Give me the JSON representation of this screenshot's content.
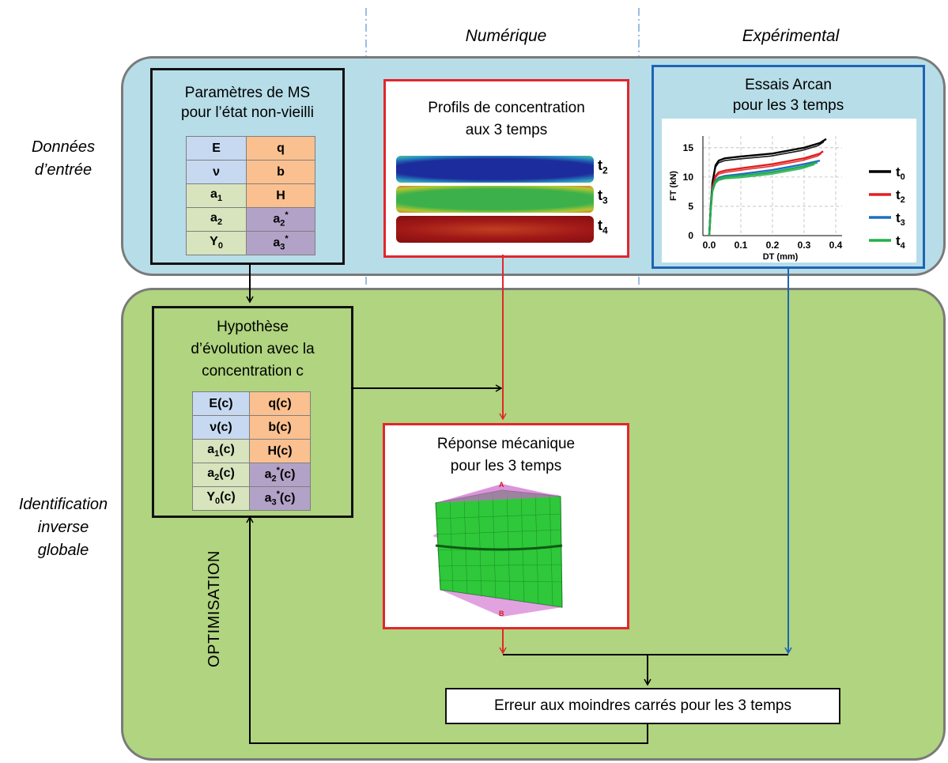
{
  "columns": {
    "numerique": "Numérique",
    "experimental": "Expérimental"
  },
  "rows": {
    "input_line1": "Données",
    "input_line2": "d’entrée",
    "ident_line1": "Identification",
    "ident_line2": "inverse",
    "ident_line3": "globale"
  },
  "params_box": {
    "title_line1": "Paramètres de MS",
    "title_line2": "pour l’état non-vieilli",
    "rows": [
      {
        "a": "E",
        "a_sub": "",
        "a_sup": "",
        "b": "q",
        "b_sub": "",
        "b_sup": ""
      },
      {
        "a": "ν",
        "a_sub": "",
        "a_sup": "",
        "b": "b",
        "b_sub": "",
        "b_sup": ""
      },
      {
        "a": "a",
        "a_sub": "1",
        "a_sup": "",
        "b": "H",
        "b_sub": "",
        "b_sup": ""
      },
      {
        "a": "a",
        "a_sub": "2",
        "a_sup": "",
        "b": "a",
        "b_sub": "2",
        "b_sup": "*"
      },
      {
        "a": "Y",
        "a_sub": "0",
        "a_sup": "",
        "b": "a",
        "b_sub": "3",
        "b_sup": "*"
      }
    ]
  },
  "profiles_box": {
    "title_line1": "Profils de concentration",
    "title_line2": "aux 3 temps",
    "labels": [
      {
        "base": "t",
        "sub": "2"
      },
      {
        "base": "t",
        "sub": "3"
      },
      {
        "base": "t",
        "sub": "4"
      }
    ]
  },
  "arcan_box": {
    "title_line1": "Essais Arcan",
    "title_line2": "pour les 3 temps"
  },
  "chart_data": {
    "type": "line",
    "xlabel": "DT (mm)",
    "ylabel": "FT (kN)",
    "xlim": [
      -0.02,
      0.42
    ],
    "ylim": [
      0,
      17
    ],
    "xticks": [
      "0.0",
      "0.1",
      "0.2",
      "0.3",
      "0.4"
    ],
    "yticks": [
      "0",
      "5",
      "10",
      "15"
    ],
    "grid": true,
    "legend_position": "right",
    "series": [
      {
        "name": "t0",
        "name_base": "t",
        "name_sub": "0",
        "color": "#000000",
        "x": [
          0.0,
          0.005,
          0.01,
          0.02,
          0.03,
          0.05,
          0.1,
          0.2,
          0.3,
          0.35,
          0.37
        ],
        "y": [
          0,
          5.0,
          9.0,
          12.0,
          12.8,
          13.2,
          13.5,
          14.0,
          15.0,
          15.8,
          16.5
        ]
      },
      {
        "name": "t2",
        "name_base": "t",
        "name_sub": "2",
        "color": "#e02020",
        "x": [
          0.0,
          0.005,
          0.01,
          0.02,
          0.03,
          0.05,
          0.1,
          0.2,
          0.3,
          0.35,
          0.36
        ],
        "y": [
          0,
          4.8,
          8.2,
          10.2,
          10.8,
          11.1,
          11.5,
          12.2,
          13.2,
          14.0,
          14.4
        ]
      },
      {
        "name": "t3",
        "name_base": "t",
        "name_sub": "3",
        "color": "#1f6fbf",
        "x": [
          0.0,
          0.005,
          0.01,
          0.02,
          0.03,
          0.05,
          0.1,
          0.2,
          0.3,
          0.35
        ],
        "y": [
          0,
          4.6,
          7.8,
          9.4,
          9.9,
          10.2,
          10.5,
          11.2,
          12.2,
          12.8
        ]
      },
      {
        "name": "t4",
        "name_base": "t",
        "name_sub": "4",
        "color": "#22b04a",
        "x": [
          0.0,
          0.005,
          0.01,
          0.02,
          0.03,
          0.05,
          0.1,
          0.2,
          0.3,
          0.34
        ],
        "y": [
          0,
          4.5,
          7.6,
          9.2,
          9.7,
          10.0,
          10.2,
          10.8,
          11.8,
          12.5
        ]
      }
    ]
  },
  "hypothesis_box": {
    "title_line1": "Hypothèse",
    "title_line2": "d’évolution avec la",
    "title_line3": "concentration c",
    "rows": [
      {
        "a": "E",
        "a_sub": "",
        "a_sup": "",
        "a_tail": "(c)",
        "b": "q",
        "b_sub": "",
        "b_sup": "",
        "b_tail": "(c)"
      },
      {
        "a": "ν",
        "a_sub": "",
        "a_sup": "",
        "a_tail": "(c)",
        "b": "b",
        "b_sub": "",
        "b_sup": "",
        "b_tail": "(c)"
      },
      {
        "a": "a",
        "a_sub": "1",
        "a_sup": "",
        "a_tail": "(c)",
        "b": "H",
        "b_sub": "",
        "b_sup": "",
        "b_tail": "(c)"
      },
      {
        "a": "a",
        "a_sub": "2",
        "a_sup": "",
        "a_tail": "(c)",
        "b": "a",
        "b_sub": "2",
        "b_sup": "*",
        "b_tail": "(c)"
      },
      {
        "a": "Y",
        "a_sub": "0",
        "a_sup": "",
        "a_tail": "(c)",
        "b": "a",
        "b_sub": "3",
        "b_sup": "*",
        "b_tail": "(c)"
      }
    ]
  },
  "response_box": {
    "title_line1": "Réponse mécanique",
    "title_line2": "pour les 3 temps",
    "label_top": "A",
    "label_bottom": "B"
  },
  "error_box": {
    "label": "Erreur aux moindres carrés pour les 3 temps"
  },
  "optimisation_label": "OPTIMISATION",
  "colors": {
    "input_panel": "#b7dde8",
    "ident_panel": "#b0d47f",
    "red": "#e3262d",
    "blue": "#1e64b4",
    "dashdot": "#5b8fd0"
  }
}
